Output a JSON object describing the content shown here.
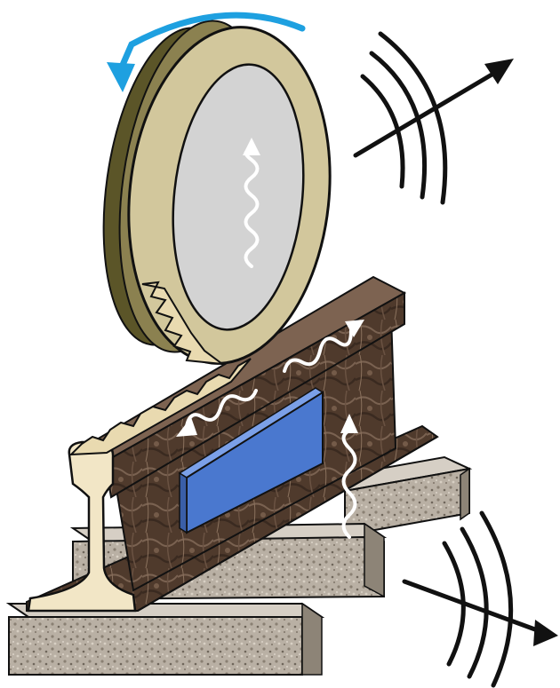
{
  "diagram": {
    "components": [
      {
        "id": "wheel",
        "icon": "rail-wheel-icon"
      },
      {
        "id": "rail",
        "icon": "rail-icon"
      },
      {
        "id": "damper",
        "icon": "rail-damper-icon"
      },
      {
        "id": "sleepers",
        "icon": "sleeper-icon"
      }
    ],
    "indicators": {
      "rotation": "rotation-arrow-icon",
      "vibration": "vibration-arrow-icon",
      "sound": "sound-wave-icon"
    },
    "colors": {
      "wheel_tread": "#d2c79c",
      "wheel_rim_dark": "#6a6235",
      "wheel_hub": "#d3d3d3",
      "rail_dark": "#4a3427",
      "rail_light": "#7d6351",
      "rail_profile": "#f2e6c6",
      "damper": "#4a78cf",
      "sleeper": "#b9b0a4",
      "rotation_arrow": "#1ea0e0",
      "outline": "#111111"
    }
  }
}
